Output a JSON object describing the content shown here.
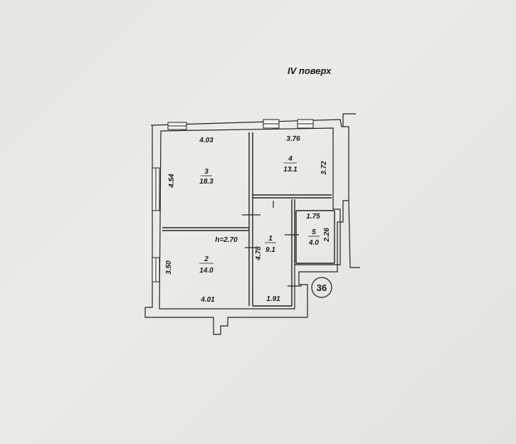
{
  "floor_label": "IV поверх",
  "apartment_number": "36",
  "ceiling_height": "h=2.70",
  "rooms": [
    {
      "number": "1",
      "area": "9.1"
    },
    {
      "number": "2",
      "area": "14.0"
    },
    {
      "number": "3",
      "area": "18.3"
    },
    {
      "number": "4",
      "area": "13.1"
    },
    {
      "number": "5",
      "area": "4.0"
    }
  ],
  "dimensions": {
    "room3_width": "4.03",
    "room3_height": "4.54",
    "room4_width": "3.76",
    "room4_height": "3.72",
    "room5_width": "1.75",
    "room5_height": "2.26",
    "room1_height": "4.78",
    "room1_width": "1.91",
    "room2_height": "3.50",
    "room2_width": "4.01"
  }
}
